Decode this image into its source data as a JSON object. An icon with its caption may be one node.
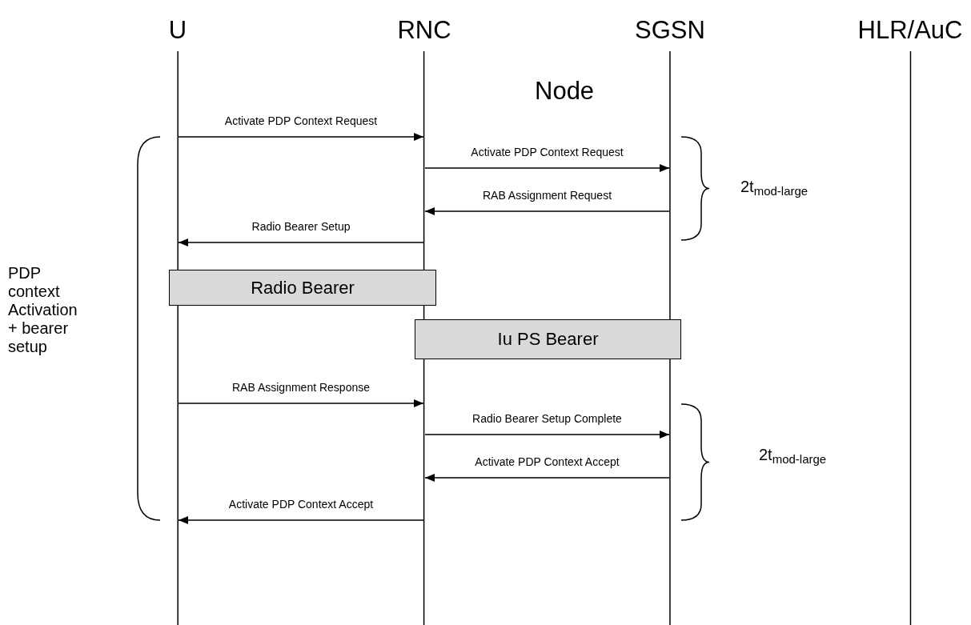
{
  "diagram": {
    "nodes": [
      {
        "text": [
          "U"
        ]
      },
      {
        "text": [
          "RNC"
        ]
      },
      {
        "text": [
          "SGSN"
        ]
      },
      {
        "text": [
          "HLR/AuC"
        ]
      },
      {
        "text": [
          "Radio Bearer"
        ]
      },
      {
        "text": [
          "Iu PS Bearer"
        ]
      }
    ],
    "edges": [
      {
        "from": 0,
        "to": 1,
        "arrow": "to",
        "label": "Activate PDP Context Request"
      },
      {
        "from": 1,
        "to": 2,
        "arrow": "to",
        "label": "Activate PDP Context Request"
      },
      {
        "from": 2,
        "to": 1,
        "arrow": "to",
        "label": "RAB Assignment Request"
      },
      {
        "from": 1,
        "to": 0,
        "arrow": "to",
        "label": "Radio Bearer Setup"
      },
      {
        "from": 0,
        "to": 1,
        "arrow": "to",
        "label": "RAB Assignment Response"
      },
      {
        "from": 1,
        "to": 2,
        "arrow": "to",
        "label": "Radio Bearer Setup Complete"
      },
      {
        "from": 2,
        "to": 1,
        "arrow": "to",
        "label": "Activate PDP Context Accept"
      },
      {
        "from": 1,
        "to": 0,
        "arrow": "to",
        "label": "Activate PDP Context Accept"
      }
    ],
    "labels": [
      "Node",
      "PDP context Activation + bearer setup",
      "2t$_{mod-large}$",
      "2t$_{mod-large}$"
    ]
  }
}
